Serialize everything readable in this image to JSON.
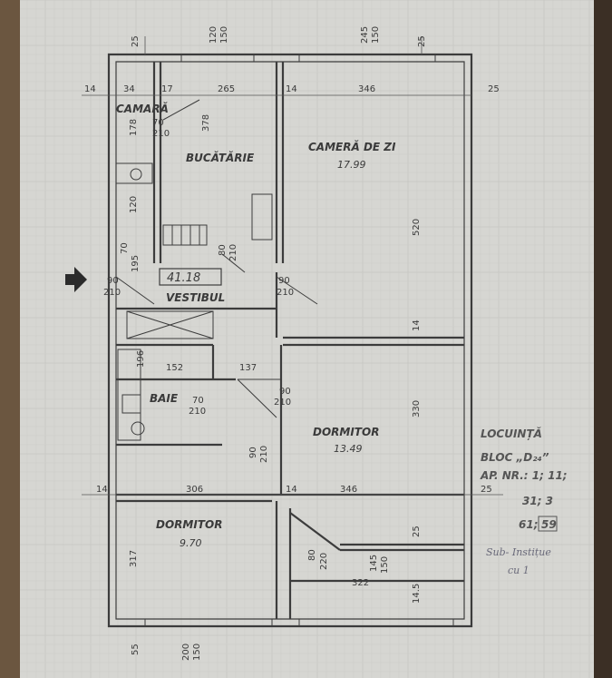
{
  "rooms": {
    "camara": "CAMARĂ",
    "bucatarie": "BUCĂTĂRIE",
    "camera_de_zi": "CAMERĂ DE ZI",
    "camera_de_zi_area": "17.99",
    "vestibul": "VESTIBUL",
    "vestibul_area": "41.18",
    "baie": "BAIE",
    "dormitor_1": "DORMITOR",
    "dormitor_1_area": "13.49",
    "dormitor_2": "DORMITOR",
    "dormitor_2_area": "9.70"
  },
  "dims": {
    "top_25a": "25",
    "top_120": "120",
    "top_150": "150",
    "top_245": "245",
    "top_150b": "150",
    "top_25b": "25",
    "row_14": "14",
    "row_34": "34",
    "row_17": "17",
    "row_265": "265",
    "row_14b": "14",
    "row_346": "346",
    "row_25": "25",
    "d178": "178",
    "d70": "70",
    "d210": "210",
    "d378": "378",
    "d120": "120",
    "d70b": "70",
    "d195": "195",
    "d80": "80",
    "d210b": "210",
    "d90a": "90",
    "d210c": "210",
    "d90b": "90",
    "d210d": "210",
    "d520": "520",
    "d14": "14",
    "d196": "196",
    "d152": "152",
    "d137": "137",
    "d90c": "90",
    "d210e": "210",
    "d70c": "70",
    "d210f": "210",
    "d330": "330",
    "d90d": "90",
    "d210g": "210",
    "mid_14": "14",
    "mid_306": "306",
    "mid_14b": "14",
    "mid_346": "346",
    "mid_25": "25",
    "d317": "317",
    "d80b": "80",
    "d220": "220",
    "d322": "322",
    "d145": "145",
    "d150": "150",
    "d25c": "25",
    "d145b": "14.5",
    "bot_55": "55",
    "bot_200": "200",
    "bot_150": "150"
  },
  "notes": {
    "locuinta": "LOCUINȚĂ",
    "bloc": "BLOC „D₂₄”",
    "ap_nr": "AP. NR.: 1; 11;",
    "line3": "31; 3",
    "line4": "61;",
    "line4_boxed": "59",
    "handwritten_1": "Sub- Instițue",
    "handwritten_2": "cu 1"
  }
}
